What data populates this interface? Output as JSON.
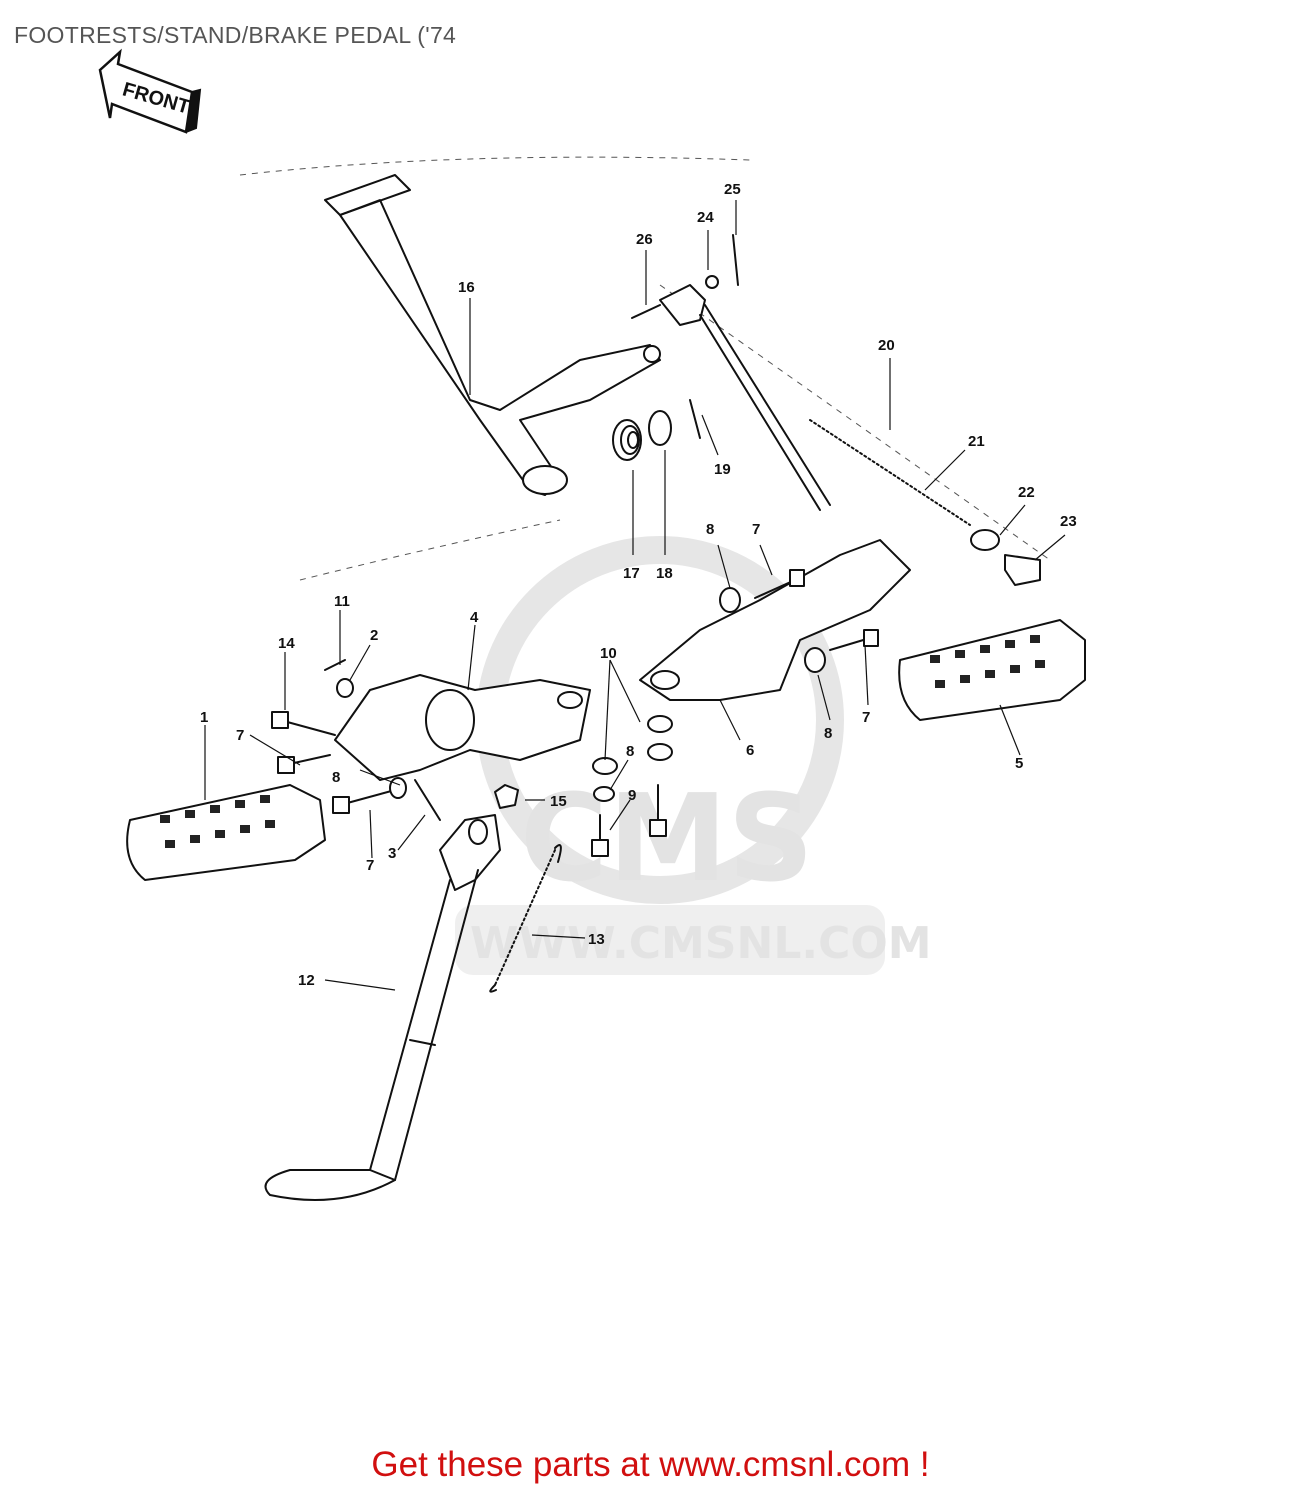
{
  "title": "FOOTRESTS/STAND/BRAKE PEDAL ('74",
  "front_arrow_label": "FRONT",
  "watermark": {
    "brand": "CMS",
    "url": "WWW.CMSNL.COM"
  },
  "footer": "Get these parts at www.cmsnl.com !",
  "callouts": {
    "c1": "1",
    "c2": "2",
    "c3": "3",
    "c4": "4",
    "c5": "5",
    "c6": "6",
    "c7a": "7",
    "c7b": "7",
    "c7c": "7",
    "c7d": "7",
    "c8a": "8",
    "c8b": "8",
    "c8c": "8",
    "c8d": "8",
    "c9": "9",
    "c10": "10",
    "c11": "11",
    "c12": "12",
    "c13": "13",
    "c14": "14",
    "c15": "15",
    "c16": "16",
    "c17": "17",
    "c18": "18",
    "c19": "19",
    "c20": "20",
    "c21": "21",
    "c22": "22",
    "c23": "23",
    "c24": "24",
    "c25": "25",
    "c26": "26"
  }
}
